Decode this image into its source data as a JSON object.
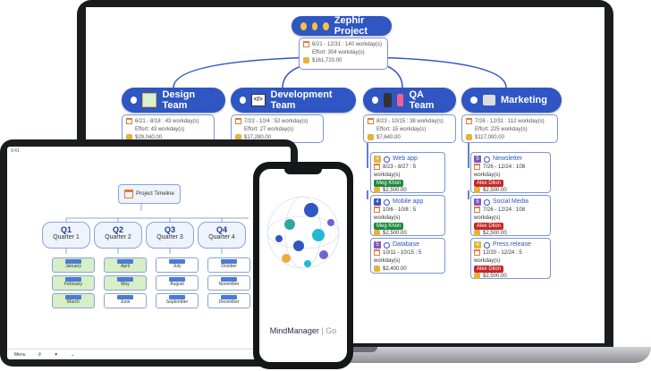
{
  "laptop_map": {
    "root": {
      "title": "Zephir Project",
      "dates": "6/21 - 12/31 : 140 workday(s)",
      "effort": "Effort: 304 workday(s)",
      "cost": "$161,720.00"
    },
    "teams": [
      {
        "title": "Design Team",
        "dates": "6/21 - 8/18 : 43 workday(s)",
        "effort": "Effort: 43 workday(s)",
        "cost": "$29,040.00"
      },
      {
        "title": "Development Team",
        "dates": "7/23 - 10/4 : 52 workday(s)",
        "effort": "Effort: 27 workday(s)",
        "cost": "$17,280.00"
      },
      {
        "title": "QA Team",
        "dates": "8/23 - 10/15 : 38 workday(s)",
        "effort": "Effort: 15 workday(s)",
        "cost": "$7,640.00"
      },
      {
        "title": "Marketing",
        "dates": "7/26 - 12/31 : 112 workday(s)",
        "effort": "Effort: 225 workday(s)",
        "cost": "$117,000.00"
      }
    ],
    "qa_tasks": [
      {
        "num": "4",
        "title": "Web app",
        "dates": "8/23 - 8/27 : 5 workday(s)",
        "person": "Meg Khon",
        "cost": "$2,500.00"
      },
      {
        "num": "4",
        "title": "Mobile app",
        "dates": "10/6 - 10/8 : 5 workday(s)",
        "person": "Meg Khon",
        "cost": "$2,500.00"
      },
      {
        "num": "5",
        "title": "Database",
        "dates": "10/11 - 10/15 : 5 workday(s)",
        "person": "",
        "cost": "$2,400.00"
      }
    ],
    "marketing_tasks": [
      {
        "num": "5",
        "title": "Newsletter",
        "dates": "7/26 - 12/24 : 108 workday(s)",
        "person": "Alex Dilon",
        "cost": "$2,500.00"
      },
      {
        "num": "5",
        "title": "Social Media",
        "dates": "7/26 - 12/24 : 108 workday(s)",
        "person": "Alex Dilon",
        "cost": "$2,500.00"
      },
      {
        "num": "4",
        "title": "Press release",
        "dates": "12/20 - 12/24 : 5 workday(s)",
        "person": "Alex Dilon",
        "cost": "$2,500.00"
      }
    ]
  },
  "tablet": {
    "status_time": "9:41",
    "root": "Project Timeline",
    "quarters": [
      {
        "title": "Q1",
        "label": "Quarter 1",
        "months": [
          "January",
          "February",
          "March"
        ]
      },
      {
        "title": "Q2",
        "label": "Quarter 2",
        "months": [
          "April",
          "May",
          "June"
        ]
      },
      {
        "title": "Q3",
        "label": "Quarter 3",
        "months": [
          "July",
          "August",
          "September"
        ]
      },
      {
        "title": "Q4",
        "label": "Quarter 4",
        "months": [
          "October",
          "November",
          "December"
        ]
      }
    ],
    "toolbar_menu": "Menu"
  },
  "phone": {
    "brand": "MindManager",
    "brand_suffix": "Go"
  },
  "colors": {
    "node_blue": "#2f56c2",
    "tag_green": "#1e8a3e",
    "tag_red": "#c62828",
    "cost_gold": "#e3b33c"
  }
}
